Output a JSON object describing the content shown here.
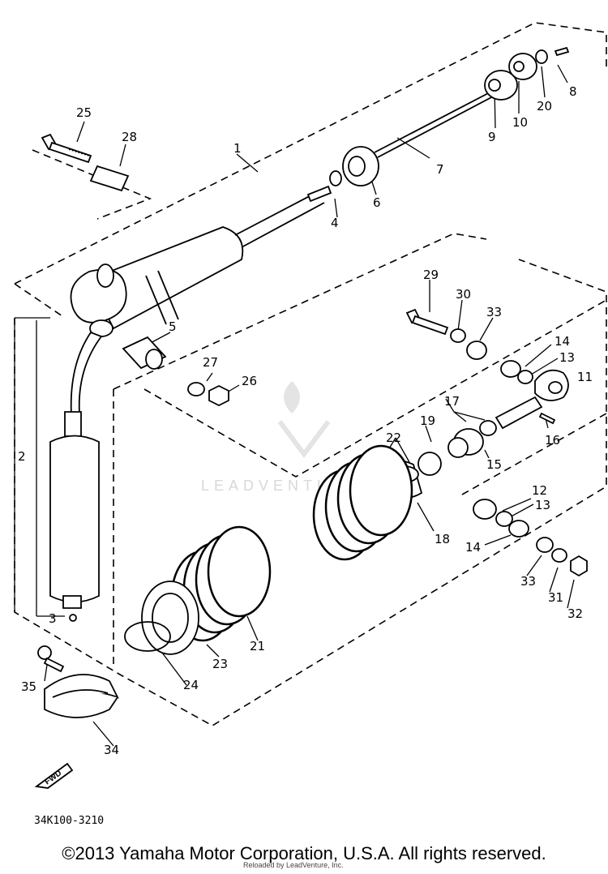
{
  "diagram": {
    "drawing_code": "34K100-3210",
    "forward_label": "FWD",
    "watermark": "LEADVENTURE",
    "callouts": {
      "p1": "1",
      "p2": "2",
      "p3": "3",
      "p4": "4",
      "p5": "5",
      "p6": "6",
      "p7": "7",
      "p8": "8",
      "p9": "9",
      "p10": "10",
      "p11": "11",
      "p12": "12",
      "p13a": "13",
      "p13b": "13",
      "p14a": "14",
      "p14b": "14",
      "p15": "15",
      "p16": "16",
      "p17": "17",
      "p18": "18",
      "p19": "19",
      "p20": "20",
      "p21": "21",
      "p22": "22",
      "p23": "23",
      "p24": "24",
      "p25": "25",
      "p26": "26",
      "p27": "27",
      "p28": "28",
      "p29": "29",
      "p30": "30",
      "p31": "31",
      "p32": "32",
      "p33a": "33",
      "p33b": "33",
      "p34": "34",
      "p35": "35"
    }
  },
  "footer": {
    "copyright": "©2013 Yamaha Motor Corporation, U.S.A. All rights reserved.",
    "reloaded": "Reloaded by LeadVenture, Inc."
  },
  "colors": {
    "ink": "#000000",
    "background": "#ffffff",
    "watermark": "#d8d8d8"
  }
}
